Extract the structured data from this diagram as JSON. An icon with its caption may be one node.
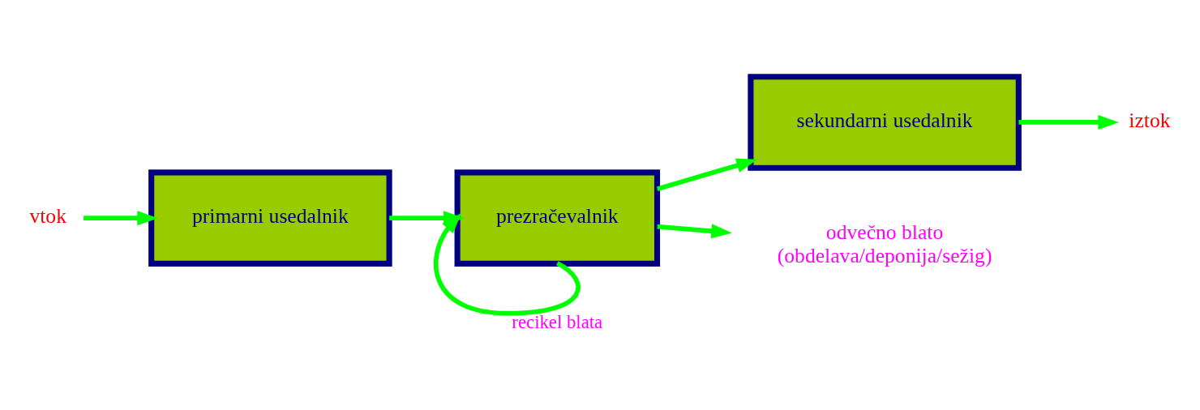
{
  "diagram": {
    "nodes": [
      {
        "text": [
          "vtok"
        ]
      },
      {
        "text": [
          "primarni usedalnik"
        ]
      },
      {
        "text": [
          "prezračevalnik"
        ]
      },
      {
        "text": [
          "sekundarni usedalnik"
        ]
      },
      {
        "text": [
          "iztok"
        ]
      },
      {
        "text": [
          "odvečno blato (obdelava/deponija/sežig)"
        ]
      }
    ],
    "edges": [
      {
        "from": 0,
        "to": 1,
        "arrow": "to"
      },
      {
        "from": 1,
        "to": 2,
        "arrow": "to"
      },
      {
        "from": 2,
        "to": 3,
        "arrow": "to"
      },
      {
        "from": 3,
        "to": 4,
        "arrow": "to"
      },
      {
        "from": 2,
        "to": 2,
        "arrow": "to",
        "label": "recikel blata"
      },
      {
        "from": 2,
        "to": 5,
        "arrow": "to"
      }
    ]
  }
}
